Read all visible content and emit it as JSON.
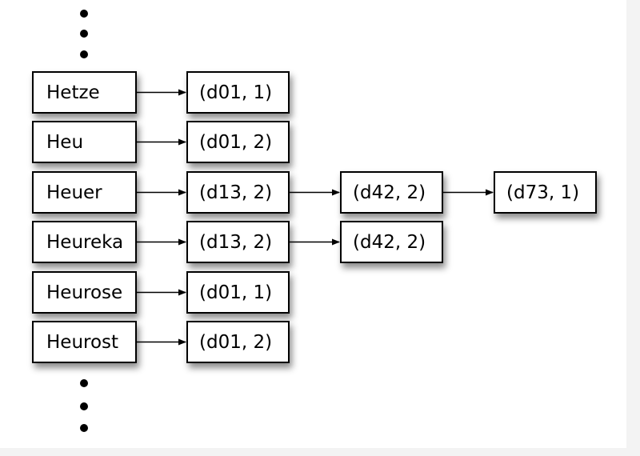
{
  "terms": [
    {
      "label": "Hetze",
      "postings": [
        "(d01, 1)"
      ]
    },
    {
      "label": "Heu",
      "postings": [
        "(d01, 2)"
      ]
    },
    {
      "label": "Heuer",
      "postings": [
        "(d13, 2)",
        "(d42, 2)",
        "(d73, 1)"
      ]
    },
    {
      "label": "Heureka",
      "postings": [
        "(d13, 2)",
        "(d42, 2)"
      ]
    },
    {
      "label": "Heurose",
      "postings": [
        "(d01, 1)"
      ]
    },
    {
      "label": "Heurost",
      "postings": [
        "(d01, 2)"
      ]
    }
  ]
}
